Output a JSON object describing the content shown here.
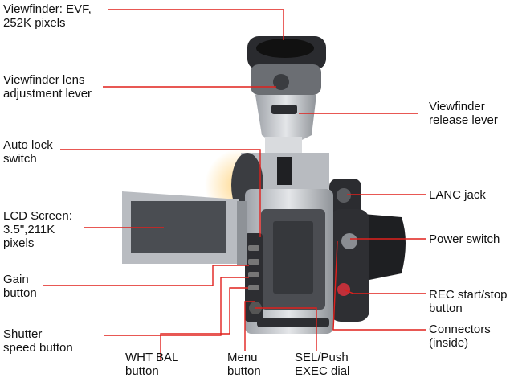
{
  "diagram": {
    "labels": {
      "viewfinder_evf": [
        "Viewfinder: EVF,",
        "252K pixels"
      ],
      "viewfinder_lens_lever": [
        "Viewfinder lens",
        "adjustment lever"
      ],
      "auto_lock_switch": [
        "Auto lock",
        "switch"
      ],
      "lcd_screen": [
        "LCD Screen:",
        "3.5\",211K",
        "pixels"
      ],
      "gain_button": [
        "Gain",
        "button"
      ],
      "shutter_speed_button": [
        "Shutter",
        "speed button"
      ],
      "wht_bal_button": [
        "WHT BAL",
        "button"
      ],
      "menu_button": [
        "Menu",
        "button"
      ],
      "sel_push_exec_dial": [
        "SEL/Push",
        "EXEC dial"
      ],
      "viewfinder_release_lever": [
        "Viewfinder",
        "release lever"
      ],
      "lanc_jack": [
        "LANC jack"
      ],
      "power_switch": [
        "Power switch"
      ],
      "rec_start_stop_button": [
        "REC start/stop",
        "button"
      ],
      "connectors_inside": [
        "Connectors",
        "(inside)"
      ]
    },
    "colors": {
      "leader_line": "#e0201c",
      "body_silver": "#c9ccd1",
      "body_dark": "#2e2f33",
      "screen": "#4a4d52"
    }
  }
}
